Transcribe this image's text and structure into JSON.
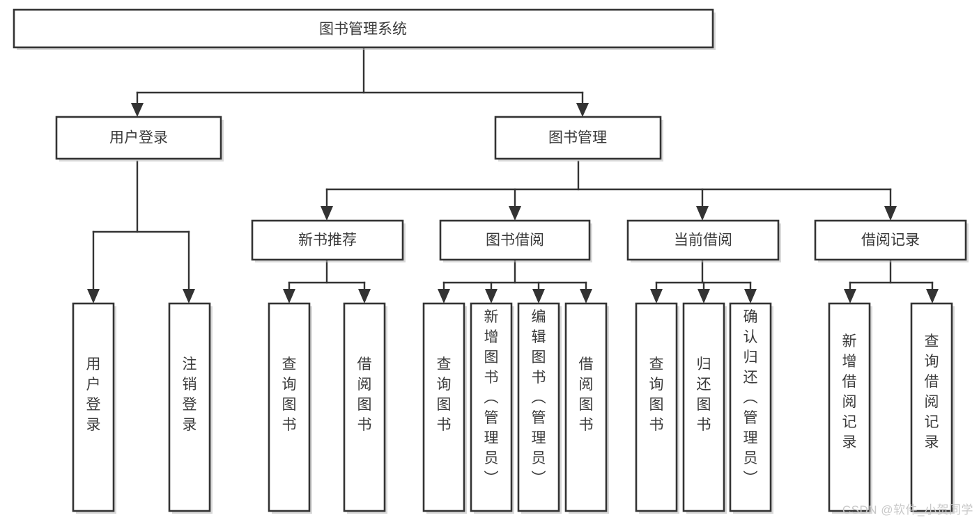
{
  "diagram": {
    "type": "tree",
    "title": "图书管理系统",
    "orientation": "top-down",
    "colors": {
      "box_stroke": "#333333",
      "box_fill": "#ffffff",
      "text": "#3a3a3a",
      "link": "#333333",
      "watermark": "#c9c9c9",
      "background": "#ffffff"
    },
    "nodes": {
      "root": {
        "label": "图书管理系统",
        "level": 0,
        "orientation": "horizontal"
      },
      "n_user_login": {
        "label": "用户登录",
        "level": 1,
        "orientation": "horizontal"
      },
      "n_book_manage": {
        "label": "图书管理",
        "level": 1,
        "orientation": "horizontal"
      },
      "n_new_book": {
        "label": "新书推荐",
        "level": 2,
        "orientation": "horizontal"
      },
      "n_borrow": {
        "label": "图书借阅",
        "level": 2,
        "orientation": "horizontal"
      },
      "n_current": {
        "label": "当前借阅",
        "level": 2,
        "orientation": "horizontal"
      },
      "n_record": {
        "label": "借阅记录",
        "level": 2,
        "orientation": "horizontal"
      },
      "l_user_login": {
        "label": "用户登录",
        "level": 2,
        "orientation": "vertical"
      },
      "l_user_logout": {
        "label": "注销登录",
        "level": 2,
        "orientation": "vertical"
      },
      "l_nb_query": {
        "label": "查询图书",
        "level": 3,
        "orientation": "vertical"
      },
      "l_nb_borrow": {
        "label": "借阅图书",
        "level": 3,
        "orientation": "vertical"
      },
      "l_bo_query": {
        "label": "查询图书",
        "level": 3,
        "orientation": "vertical"
      },
      "l_bo_add": {
        "label": "新增图书（管理员）",
        "level": 3,
        "orientation": "vertical"
      },
      "l_bo_edit": {
        "label": "编辑图书（管理员）",
        "level": 3,
        "orientation": "vertical"
      },
      "l_bo_lend": {
        "label": "借阅图书",
        "level": 3,
        "orientation": "vertical"
      },
      "l_cu_query": {
        "label": "查询图书",
        "level": 3,
        "orientation": "vertical"
      },
      "l_cu_return": {
        "label": "归还图书",
        "level": 3,
        "orientation": "vertical"
      },
      "l_cu_confirm": {
        "label": "确认归还（管理员）",
        "level": 3,
        "orientation": "vertical"
      },
      "l_re_add": {
        "label": "新增借阅记录",
        "level": 3,
        "orientation": "vertical"
      },
      "l_re_query": {
        "label": "查询借阅记录",
        "level": 3,
        "orientation": "vertical"
      }
    },
    "edges": [
      {
        "from": "root",
        "to": "n_user_login"
      },
      {
        "from": "root",
        "to": "n_book_manage"
      },
      {
        "from": "n_user_login",
        "to": "l_user_login"
      },
      {
        "from": "n_user_login",
        "to": "l_user_logout"
      },
      {
        "from": "n_book_manage",
        "to": "n_new_book"
      },
      {
        "from": "n_book_manage",
        "to": "n_borrow"
      },
      {
        "from": "n_book_manage",
        "to": "n_current"
      },
      {
        "from": "n_book_manage",
        "to": "n_record"
      },
      {
        "from": "n_new_book",
        "to": "l_nb_query"
      },
      {
        "from": "n_new_book",
        "to": "l_nb_borrow"
      },
      {
        "from": "n_borrow",
        "to": "l_bo_query"
      },
      {
        "from": "n_borrow",
        "to": "l_bo_add"
      },
      {
        "from": "n_borrow",
        "to": "l_bo_edit"
      },
      {
        "from": "n_borrow",
        "to": "l_bo_lend"
      },
      {
        "from": "n_current",
        "to": "l_cu_query"
      },
      {
        "from": "n_current",
        "to": "l_cu_return"
      },
      {
        "from": "n_current",
        "to": "l_cu_confirm"
      },
      {
        "from": "n_record",
        "to": "l_re_add"
      },
      {
        "from": "n_record",
        "to": "l_re_query"
      }
    ]
  },
  "watermark": {
    "text": "CSDN @软件_小贺同学"
  }
}
